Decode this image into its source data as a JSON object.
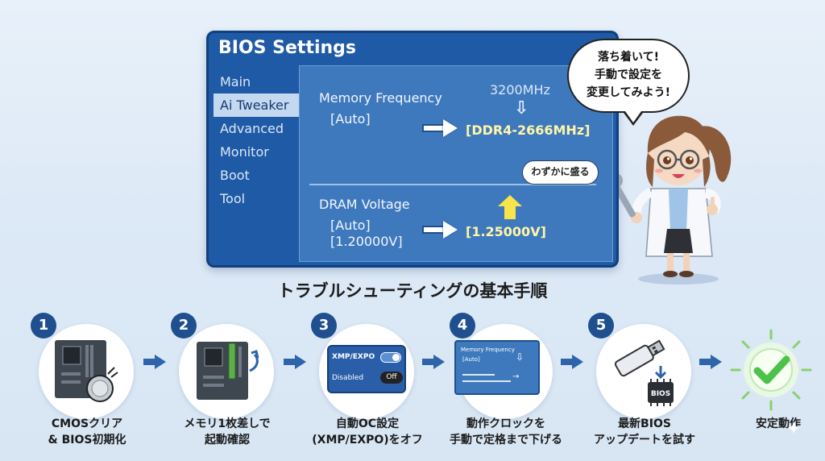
{
  "bios": {
    "title": "BIOS Settings",
    "menu": [
      "Main",
      "Ai Tweaker",
      "Advanced",
      "Monitor",
      "Boot",
      "Tool"
    ],
    "active_menu": "Ai Tweaker",
    "memory_frequency": {
      "label": "Memory Frequency",
      "current": "[Auto]",
      "hint": "3200MHz",
      "new_value": "[DDR4-2666MHz]"
    },
    "dram_voltage": {
      "label": "DRAM Voltage",
      "current_1": "[Auto]",
      "current_2": "[1.20000V]",
      "new_value": "[1.25000V]",
      "note": "わずかに盛る"
    }
  },
  "speech": {
    "line1": "落ち着いて!",
    "line2": "手動で設定を",
    "line3": "変更してみよう!"
  },
  "section_title": "トラブルシューティングの基本手順",
  "steps": [
    {
      "num": "1",
      "line1": "CMOSクリア",
      "line2": "& BIOS初期化",
      "icon": "motherboard-battery-icon"
    },
    {
      "num": "2",
      "line1": "メモリ1枚差しで",
      "line2": "起動確認",
      "icon": "motherboard-ram-icon"
    },
    {
      "num": "3",
      "line1": "自動OC設定",
      "line2": "(XMP/EXPO)をオフ",
      "icon": "xmp-toggle-icon",
      "toggle_title": "XMP/EXPO",
      "toggle_state": "Disabled",
      "toggle_value": "Off"
    },
    {
      "num": "4",
      "line1": "動作クロックを",
      "line2": "手動で定格まで下げる",
      "icon": "bios-panel-icon",
      "mini_title": "Memory Frequency",
      "mini_value": "[Auto]"
    },
    {
      "num": "5",
      "line1": "最新BIOS",
      "line2": "アップデートを試す",
      "icon": "usb-bios-icon",
      "chip_label": "BIOS"
    },
    {
      "num": "",
      "line1": "安定動作",
      "line2": "",
      "icon": "checkmark-icon"
    }
  ],
  "colors": {
    "bios_bg": "#1f5aa6",
    "panel_bg": "#3f79bd",
    "highlight_value": "#fff6a8",
    "step_number_bg": "#1f4f8f",
    "flow_arrow": "#2d64aa",
    "check_green": "#4cc24a"
  }
}
